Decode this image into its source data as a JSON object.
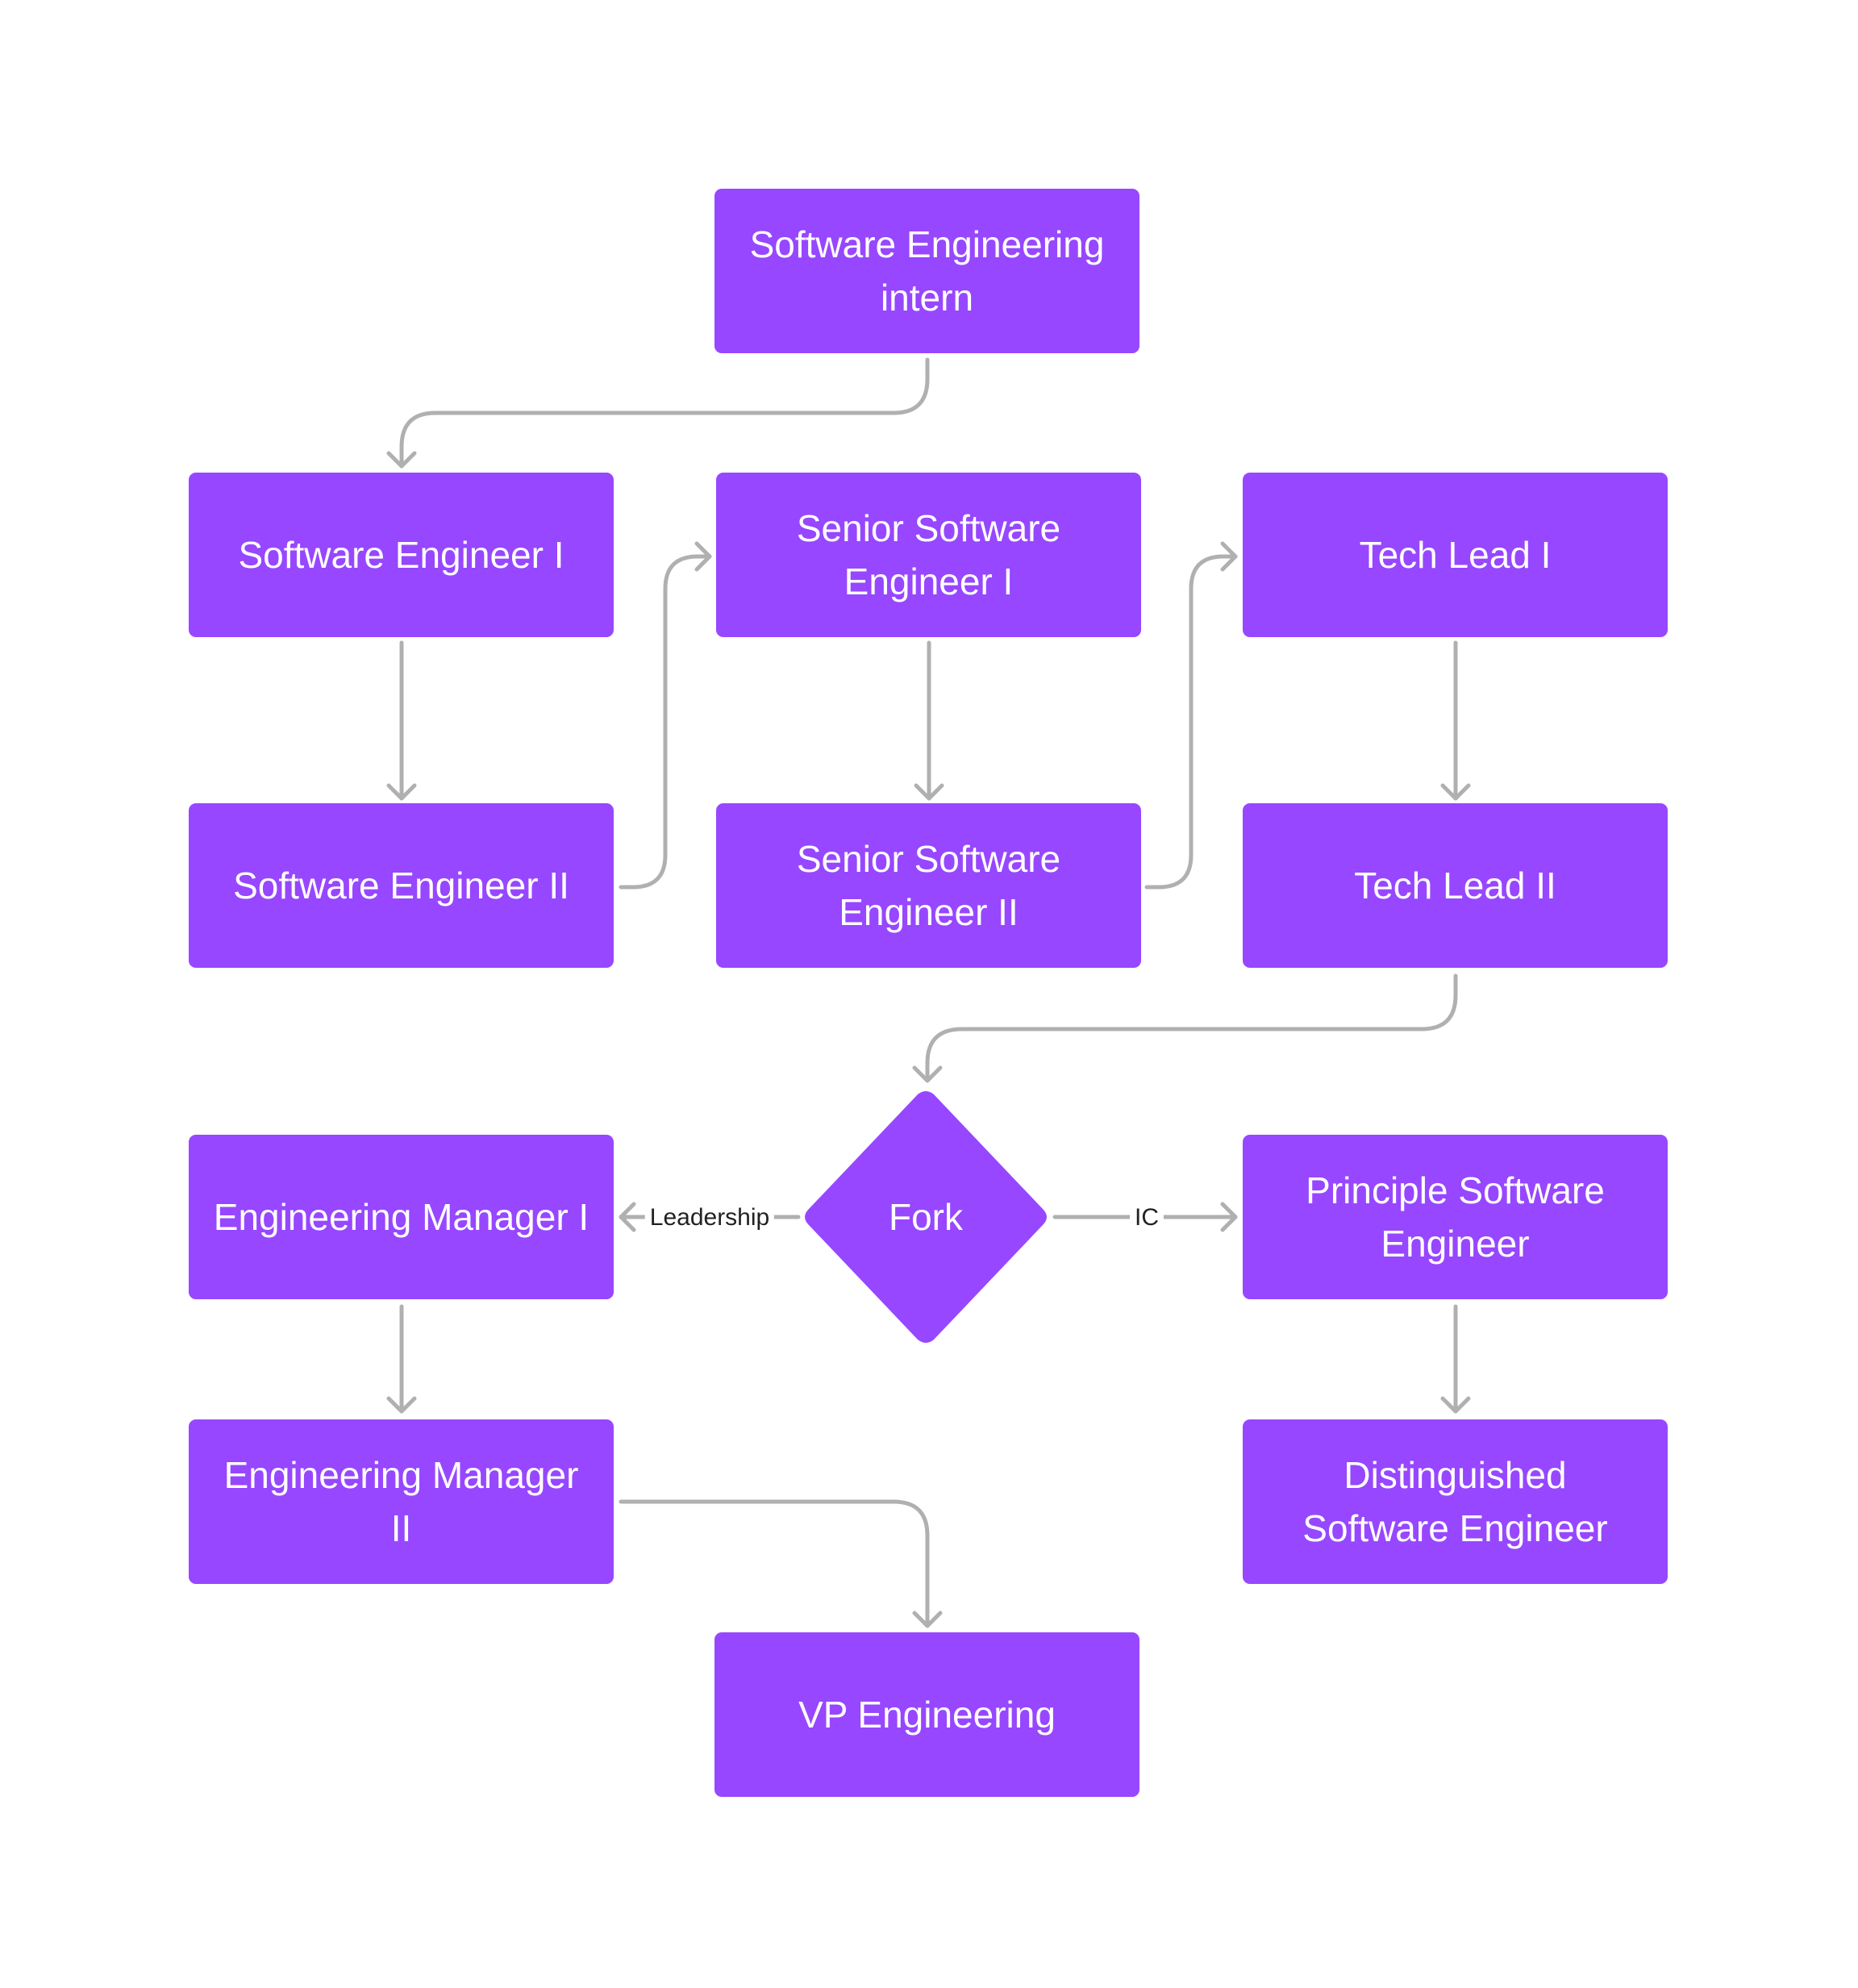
{
  "colors": {
    "node_fill": "#9747FF",
    "edge_stroke": "#B0B0B0",
    "background": "#FFFFFF",
    "label_text": "#222222"
  },
  "nodes": {
    "intern": "Software Engineering\nintern",
    "se1": "Software Engineer I",
    "se2": "Software Engineer II",
    "sse1": "Senior Software\nEngineer I",
    "sse2": "Senior Software\nEngineer II",
    "tl1": "Tech Lead I",
    "tl2": "Tech Lead II",
    "fork": "Fork",
    "em1": "Engineering Manager I",
    "em2": "Engineering Manager II",
    "pse": "Principle Software\nEngineer",
    "dse": "Distinguished\nSoftware Engineer",
    "vp": "VP Engineering"
  },
  "edges": [
    {
      "from": "intern",
      "to": "se1"
    },
    {
      "from": "se1",
      "to": "se2"
    },
    {
      "from": "se2",
      "to": "sse1"
    },
    {
      "from": "sse1",
      "to": "sse2"
    },
    {
      "from": "sse2",
      "to": "tl1"
    },
    {
      "from": "tl1",
      "to": "tl2"
    },
    {
      "from": "tl2",
      "to": "fork"
    },
    {
      "from": "fork",
      "to": "em1",
      "label": "Leadership"
    },
    {
      "from": "fork",
      "to": "pse",
      "label": "IC"
    },
    {
      "from": "em1",
      "to": "em2"
    },
    {
      "from": "pse",
      "to": "dse"
    },
    {
      "from": "em2",
      "to": "vp"
    }
  ],
  "edge_labels": {
    "leadership": "Leadership",
    "ic": "IC"
  }
}
